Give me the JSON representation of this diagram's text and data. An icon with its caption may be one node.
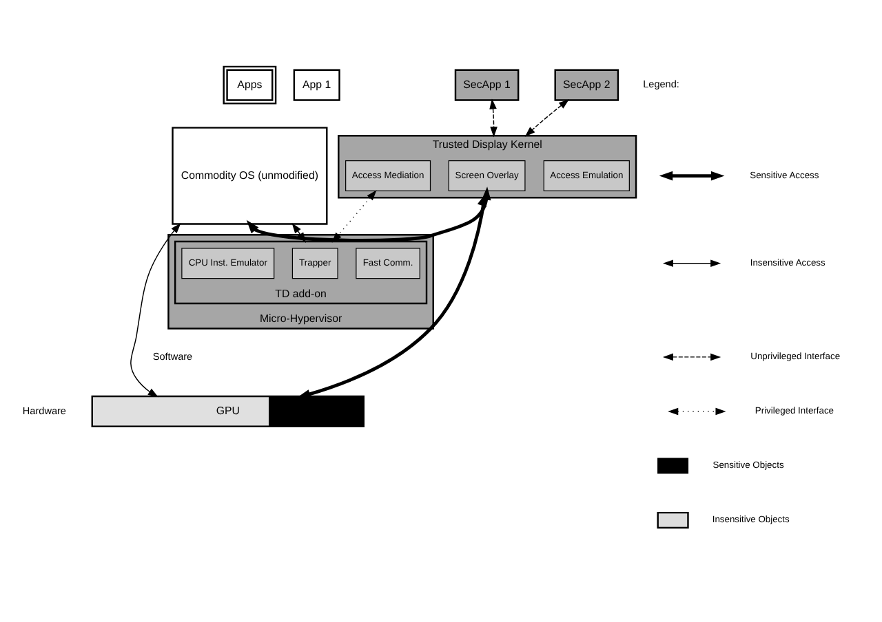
{
  "diagram": {
    "nodes": [
      {
        "text": [
          "Apps"
        ]
      },
      {
        "text": [
          "App 1"
        ]
      },
      {
        "text": [
          "SecApp 1"
        ]
      },
      {
        "text": [
          "SecApp 2"
        ]
      },
      {
        "text": [
          "Commodity OS (unmodified)"
        ]
      },
      {
        "text": [
          "Trusted Display Kernel"
        ]
      },
      {
        "text": [
          "Screen Overlay"
        ],
        "in": 5
      },
      {
        "text": [
          "Access Mediation"
        ],
        "in": 5
      },
      {
        "text": [
          "Access Emulation"
        ],
        "in": 5
      },
      {
        "text": [
          "Micro-Hypervisor"
        ]
      },
      {
        "text": [
          "TD add-on"
        ],
        "in": 9
      },
      {
        "text": [
          "Trapper"
        ],
        "in": 10
      },
      {
        "text": [
          "Fast Comm."
        ],
        "in": 10
      },
      {
        "text": [
          "CPU Inst. Emulator"
        ],
        "in": 10
      },
      {
        "text": [
          "GPU"
        ]
      }
    ],
    "edges": [
      {
        "from": 2,
        "to": 5,
        "arrow": "both",
        "style": "dashed"
      },
      {
        "from": 3,
        "to": 5,
        "arrow": "both",
        "style": "dashed"
      },
      {
        "from": 4,
        "to": 14,
        "arrow": "both"
      },
      {
        "from": 4,
        "to": 10,
        "arrow": "both",
        "style": "dashed"
      },
      {
        "from": 4,
        "to": 6,
        "arrow": "both",
        "style": "thick"
      },
      {
        "from": 7,
        "to": 10,
        "arrow": "both",
        "style": "dashed"
      },
      {
        "from": 5,
        "to": 14,
        "arrow": "both",
        "style": "thick"
      }
    ],
    "labels": [
      "Software",
      "Hardware",
      "Legend:"
    ],
    "legend": [
      {
        "text": "Sensitive Access"
      },
      {
        "text": "Insensitive Access"
      },
      {
        "text": "Unprivileged Interface"
      },
      {
        "text": "Privileged Interface"
      },
      {
        "text": "Sensitive Objects",
        "color": "#000000"
      },
      {
        "text": "Insensitive Objects"
      }
    ]
  }
}
